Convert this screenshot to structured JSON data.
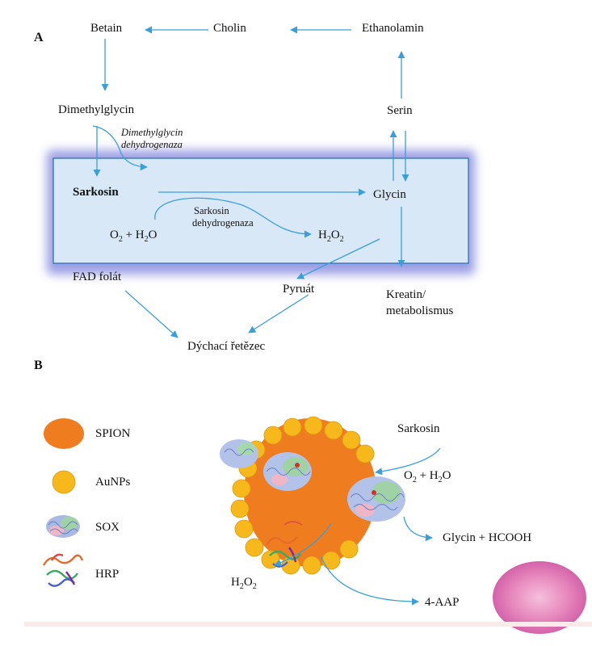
{
  "panel_a": {
    "letter": "A",
    "betain": "Betain",
    "cholin": "Cholin",
    "ethanolamin": "Ethanolamin",
    "dimethylglycin": "Dimethylglycin",
    "dmg_enzyme_line1": "Dimethylglycin",
    "dmg_enzyme_line2": "dehydrogenaza",
    "serin": "Serin",
    "sarkosin": "Sarkosin",
    "glycin": "Glycin",
    "sox_enzyme_line1": "Sarkosin",
    "sox_enzyme_line2": "dehydrogenaza",
    "o2_h2o": "O2 + H2O",
    "h2o2": "H2O2",
    "fad_folat": "FAD folát",
    "pyruvat": "Pyruát",
    "kreatin_line1": "Kreatin/",
    "kreatin_line2": "metabolismus",
    "dychaci": "Dýchací řetězec"
  },
  "panel_b": {
    "letter": "B",
    "legend": [
      {
        "name": "SPION",
        "icon": "spion-ellipse"
      },
      {
        "name": "AuNPs",
        "icon": "gold-nanoparticle"
      },
      {
        "name": "SOX",
        "icon": "sox-enzyme"
      },
      {
        "name": "HRP",
        "icon": "hrp-enzyme"
      }
    ],
    "sarkosin": "Sarkosin",
    "o2_h2o": "O2 + H2O",
    "glycin_hcooh": "Glycin + HCOOH",
    "h2o2": "H2O2",
    "aap": "4-AAP"
  },
  "colors": {
    "arrow": "#3a9fd8",
    "box_fill": "#d9e8f7",
    "box_glow": "#8e8fe0",
    "spion": "#f07c20",
    "gold": "#f7b81c",
    "product": "#d957a0"
  }
}
